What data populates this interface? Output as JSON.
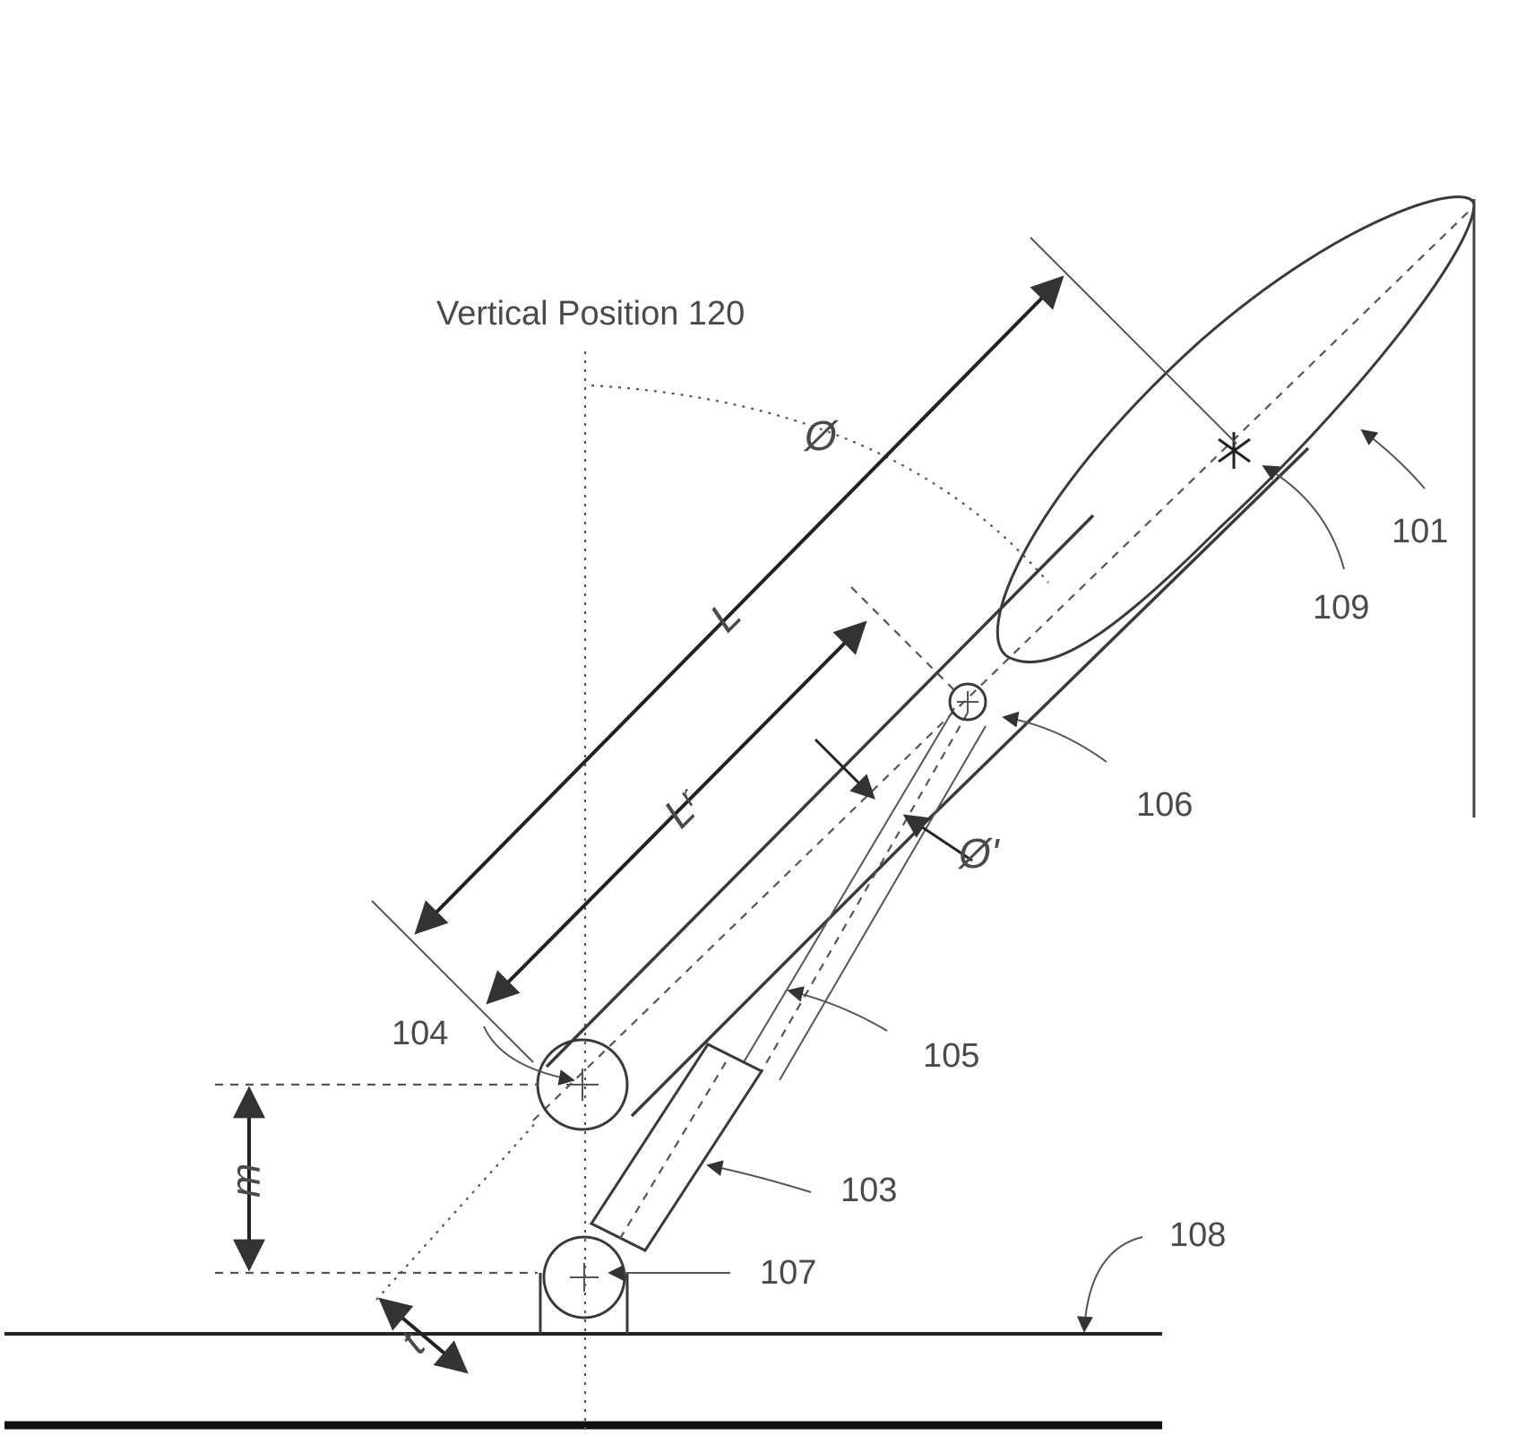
{
  "diagram": {
    "vertical_label": "Vertical Position 120",
    "angle_symbol": "Ø",
    "angle_symbol_prime": "Ø'",
    "length_L": "L",
    "length_Lr": "Lʳ",
    "offset_m": "m",
    "offset_t": "t",
    "refs": {
      "r101": "101",
      "r103": "103",
      "r104": "104",
      "r105": "105",
      "r106": "106",
      "r107": "107",
      "r108": "108",
      "r109": "109"
    }
  }
}
